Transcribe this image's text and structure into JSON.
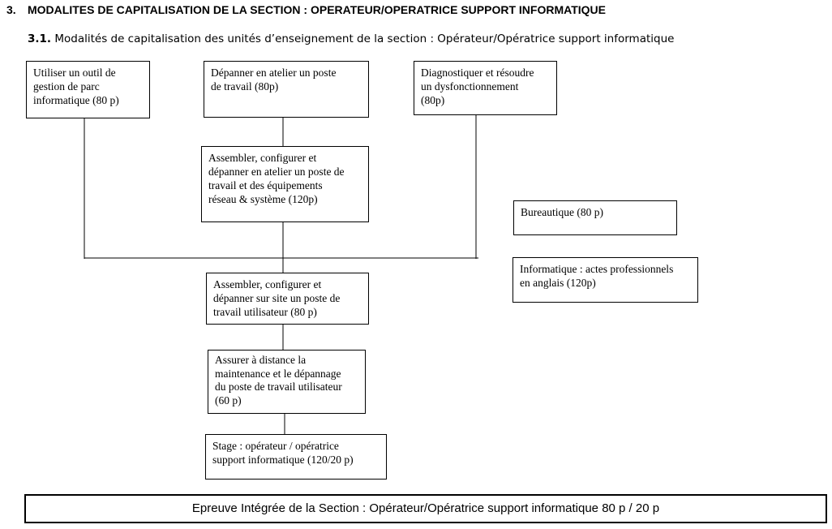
{
  "section_heading": {
    "number": "3.",
    "text": "MODALITES DE CAPITALISATION DE LA SECTION : OPERATEUR/OPERATRICE SUPPORT INFORMATIQUE"
  },
  "subsection_heading": {
    "number": "3.1.",
    "text": "Modalités de capitalisation des unités d’enseignement de la section : Opérateur/Opératrice support informatique"
  },
  "boxes": {
    "outil_gestion": [
      "Utiliser un outil de",
      "gestion de parc",
      "informatique (80 p)"
    ],
    "depanner_atelier": [
      "Dépanner en atelier un poste",
      "de travail  (80p)"
    ],
    "diagnostiquer": [
      "Diagnostiquer et résoudre",
      "un dysfonctionnement",
      "(80p)"
    ],
    "assembler_atelier": [
      "Assembler, configurer et",
      "dépanner en atelier un poste de",
      "travail et des équipements",
      "réseau & système (120p)"
    ],
    "bureautique": [
      "Bureautique  (80 p)"
    ],
    "informatique_anglais": [
      "Informatique : actes professionnels",
      "en anglais (120p)"
    ],
    "assembler_site": [
      "Assembler, configurer et",
      "dépanner sur site un poste de",
      "travail utilisateur  (80 p)"
    ],
    "assurer_distance": [
      "Assurer à distance la",
      "maintenance et le dépannage",
      "du poste de travail utilisateur",
      "(60 p)"
    ],
    "stage": [
      "Stage : opérateur / opératrice",
      "support informatique   (120/20 p)"
    ]
  },
  "footer": "Epreuve Intégrée de la Section : Opérateur/Opératrice support informatique 80 p / 20 p"
}
